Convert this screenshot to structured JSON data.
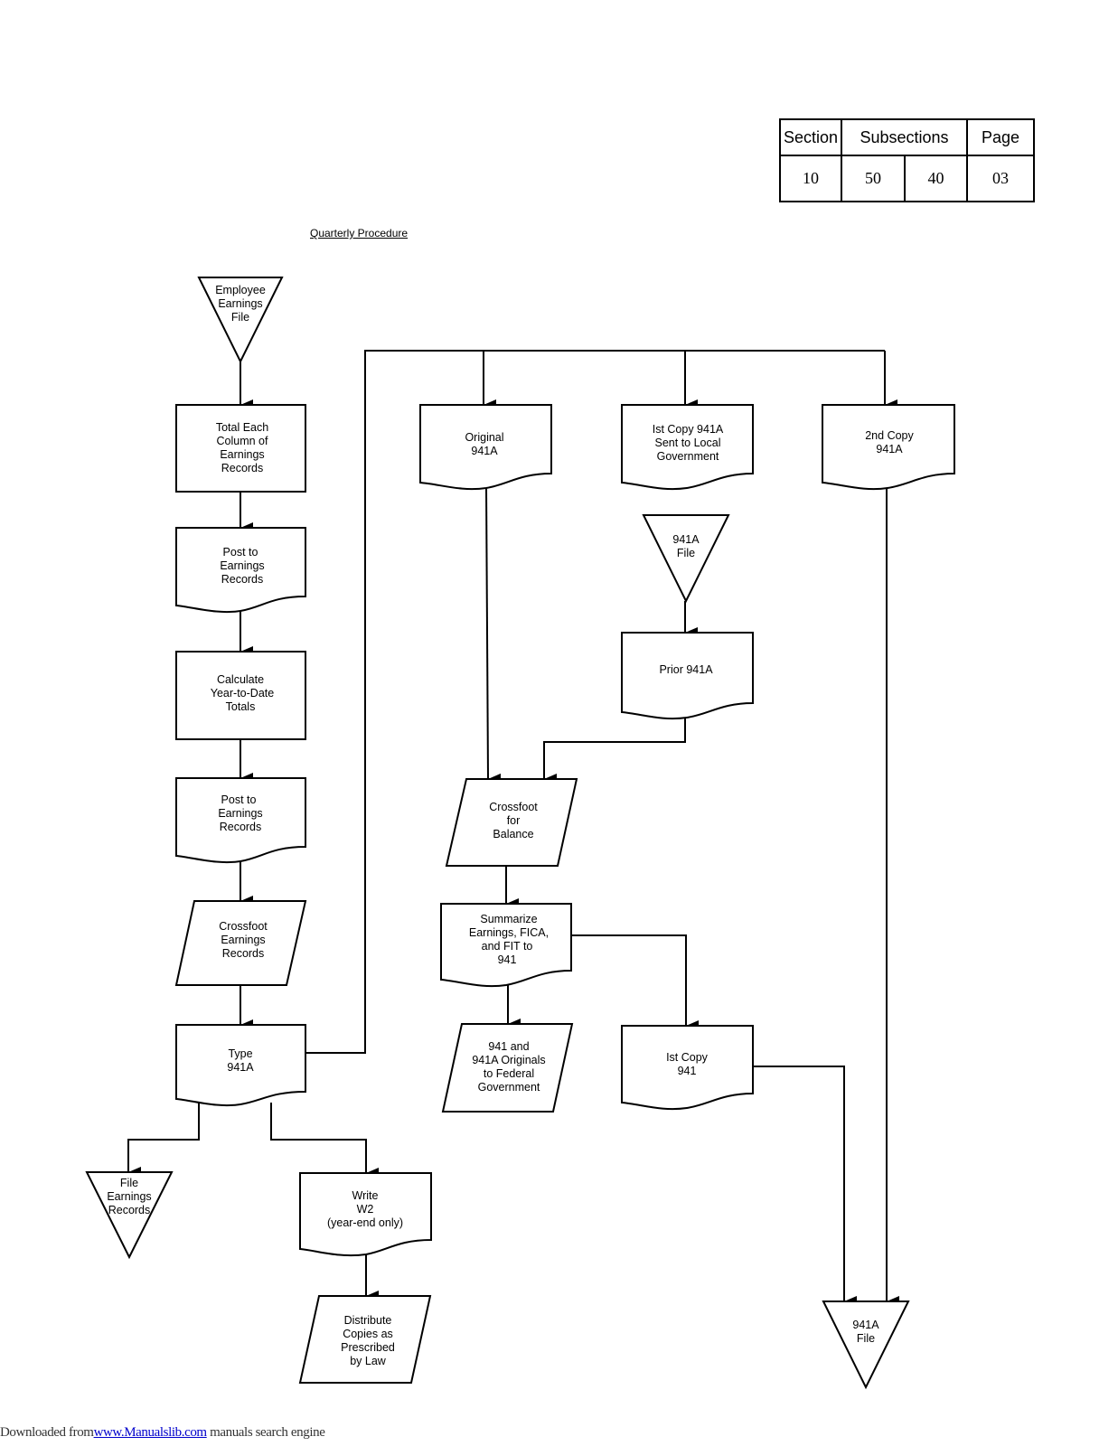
{
  "header": {
    "section_label": "Section",
    "subsections_label": "Subsections",
    "page_label": "Page",
    "section": "10",
    "subsection_1": "50",
    "subsection_2": "40",
    "page": "03"
  },
  "title": "Quarterly Procedure",
  "nodes": {
    "employee_file": [
      "Employee",
      "Earnings",
      "File"
    ],
    "total_each": [
      "Total Each",
      "Column of",
      "Earnings",
      "Records"
    ],
    "post1": [
      "Post to",
      "Earnings",
      "Records"
    ],
    "calculate": [
      "Calculate",
      "Year-to-Date",
      "Totals"
    ],
    "post2": [
      "Post to",
      "Earnings",
      "Records"
    ],
    "crossfoot_records": [
      "Crossfoot",
      "Earnings",
      "Records"
    ],
    "type_941a": [
      "Type",
      "941A"
    ],
    "file_records": [
      "File",
      "Earnings",
      "Records"
    ],
    "write_w2": [
      "Write",
      "W2",
      "(year-end only)"
    ],
    "distribute": [
      "Distribute",
      "Copies as",
      "Prescribed",
      "by Law"
    ],
    "original": [
      "Original",
      "941A"
    ],
    "first_copy": [
      "Ist Copy 941A",
      "Sent to Local",
      "Government"
    ],
    "second_copy": [
      "2nd Copy",
      "941A"
    ],
    "file_941a_top": [
      "941A",
      "File"
    ],
    "prior": [
      "Prior 941A"
    ],
    "crossfoot_balance": [
      "Crossfoot",
      "for",
      "Balance"
    ],
    "summarize": [
      "Summarize",
      "Earnings, FICA,",
      "and FIT to",
      "941"
    ],
    "originals_federal": [
      "941 and",
      "941A Originals",
      "to Federal",
      "Government"
    ],
    "first_copy_941": [
      "Ist Copy",
      "941"
    ],
    "file_941a_bottom": [
      "941A",
      "File"
    ]
  },
  "footer": {
    "prefix": "Downloaded from",
    "link": "www.Manualslib.com",
    "suffix": " manuals search engine"
  }
}
